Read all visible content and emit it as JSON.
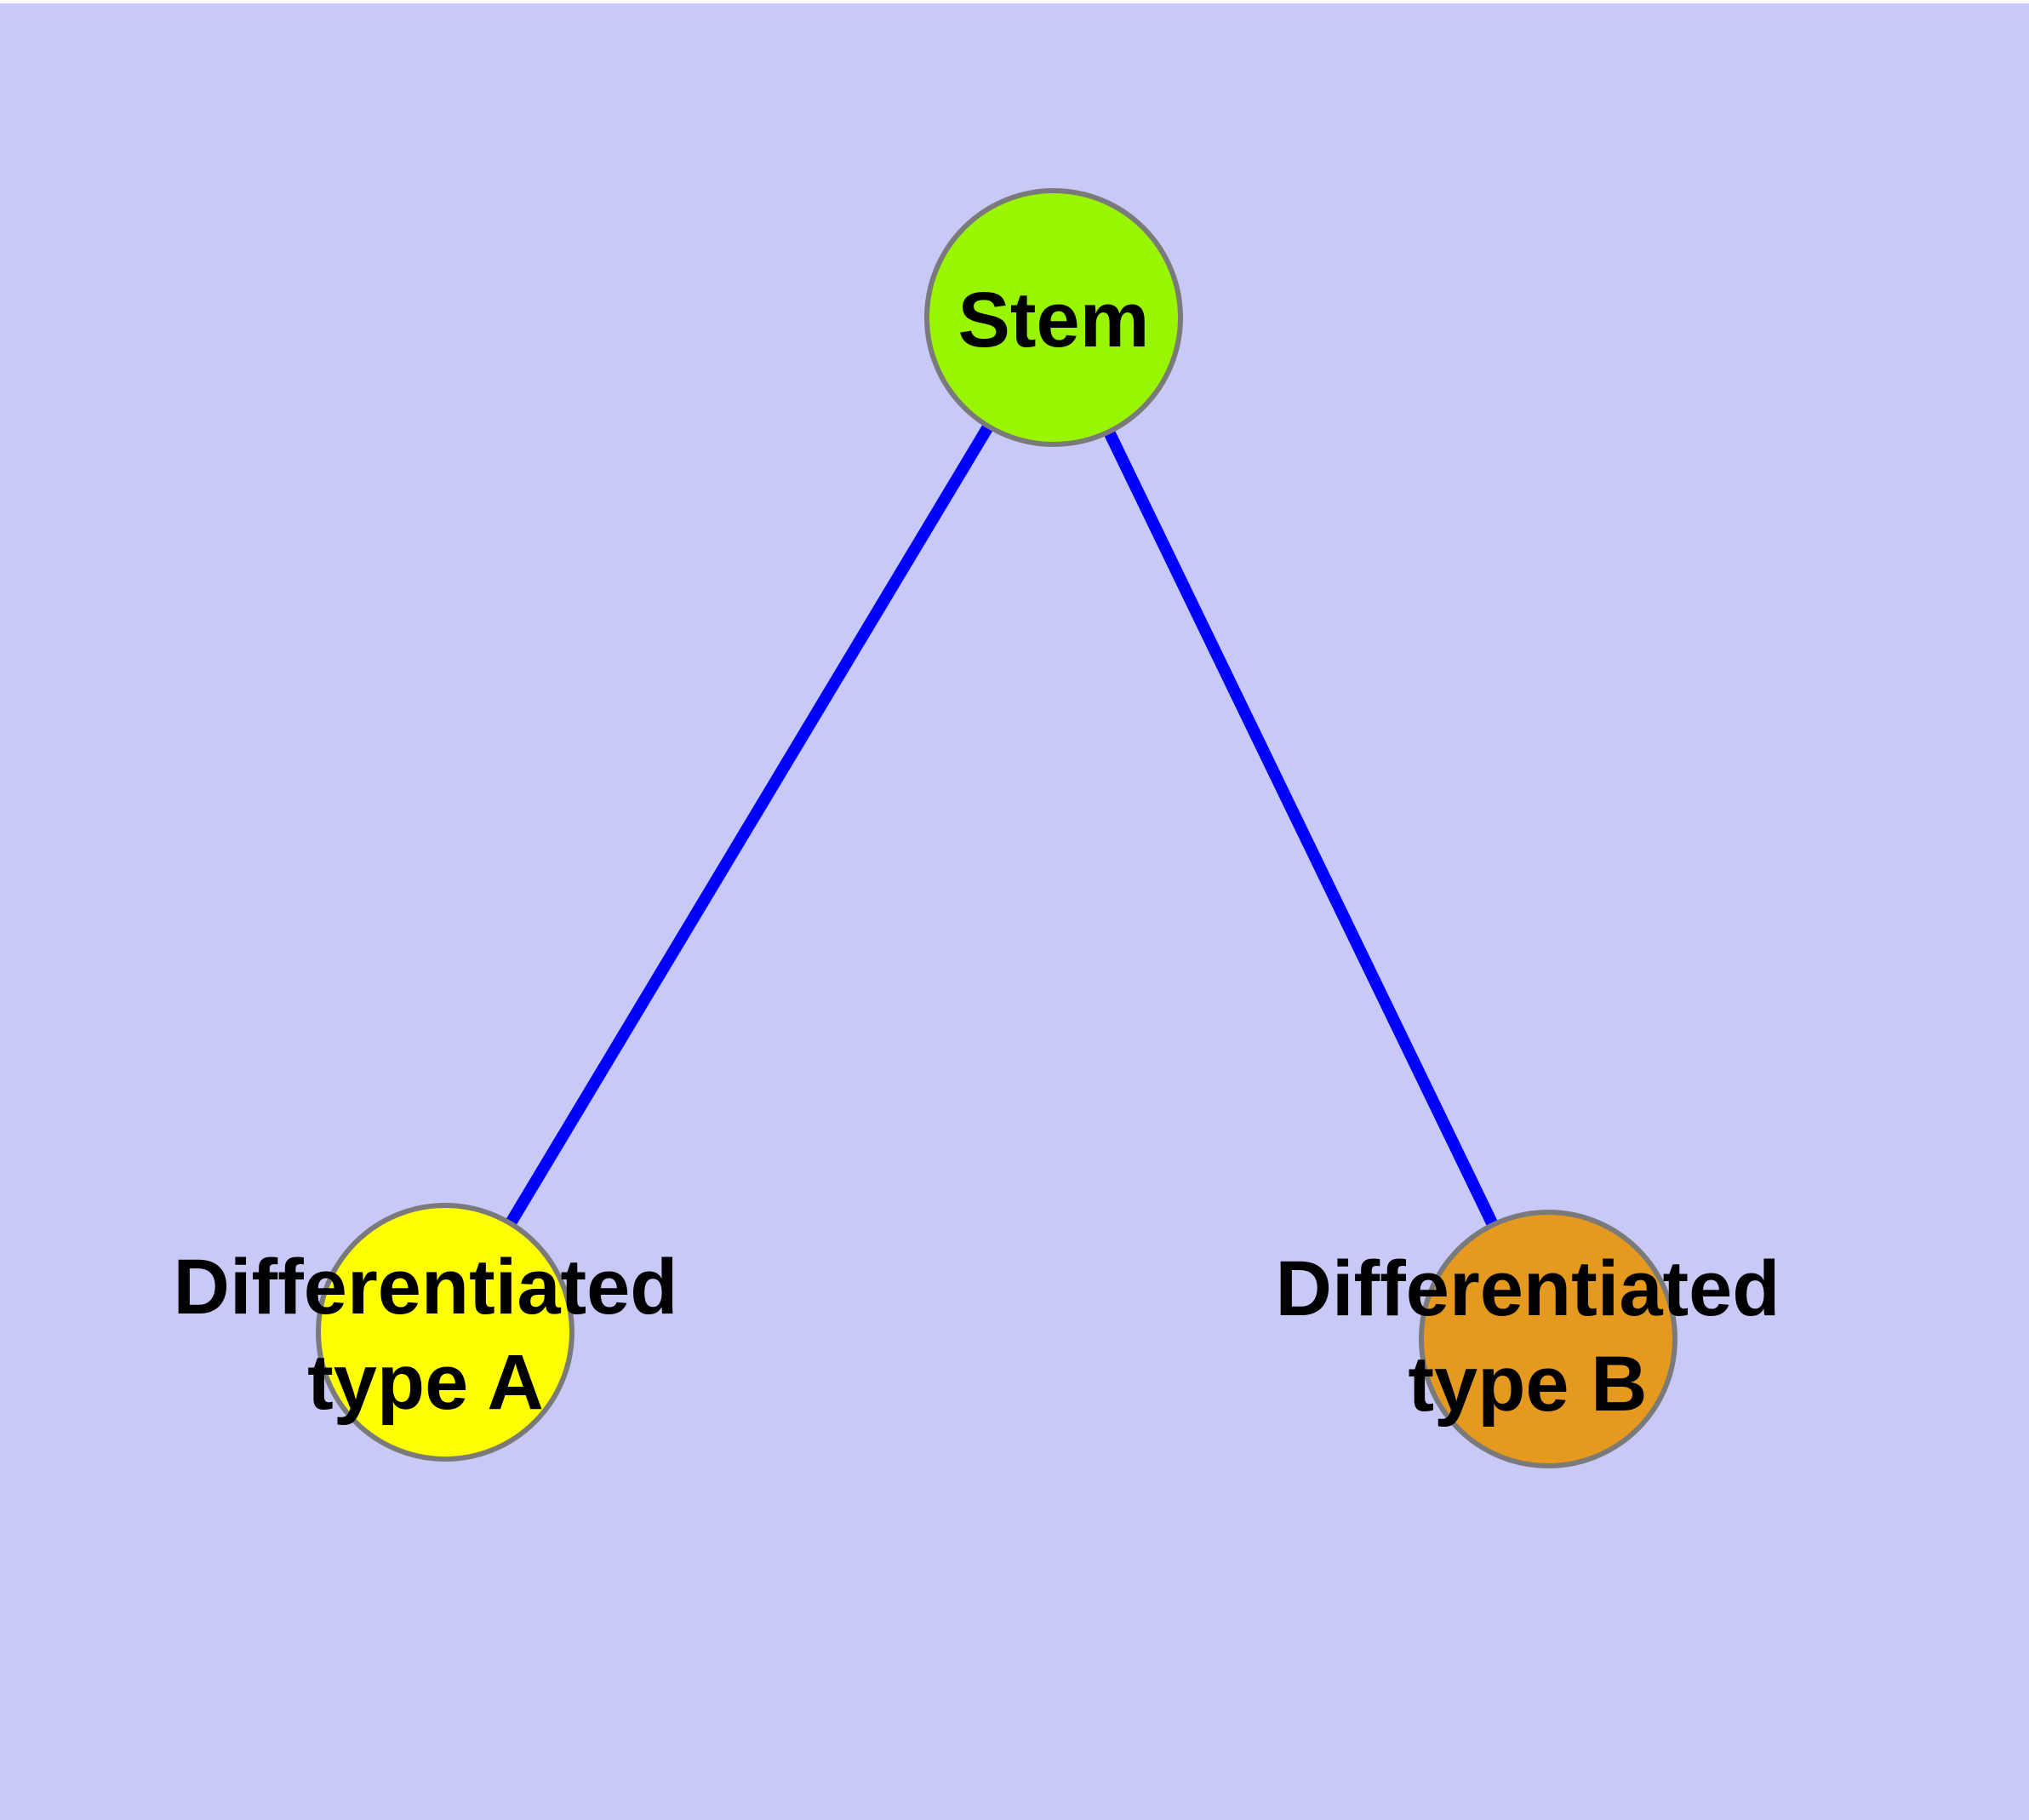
{
  "diagram": {
    "canvas_color": "#C9C9F8",
    "top_strip_color": "#FCFCFC",
    "edge_color": "#0000FE",
    "node_border_color": "#7A7A7A",
    "label_color": "#000000",
    "nodes": [
      {
        "id": "stem",
        "label": "Stem",
        "fill_color": "#9AF500"
      },
      {
        "id": "differentiated-type-a",
        "label": "Differentiated\ntype A",
        "fill_color": "#FFFF00"
      },
      {
        "id": "differentiated-type-b",
        "label": "Differentiated\ntype B",
        "fill_color": "#E6991F"
      }
    ],
    "edges": [
      {
        "from": "stem",
        "to": "differentiated-type-a"
      },
      {
        "from": "stem",
        "to": "differentiated-type-b"
      }
    ]
  }
}
